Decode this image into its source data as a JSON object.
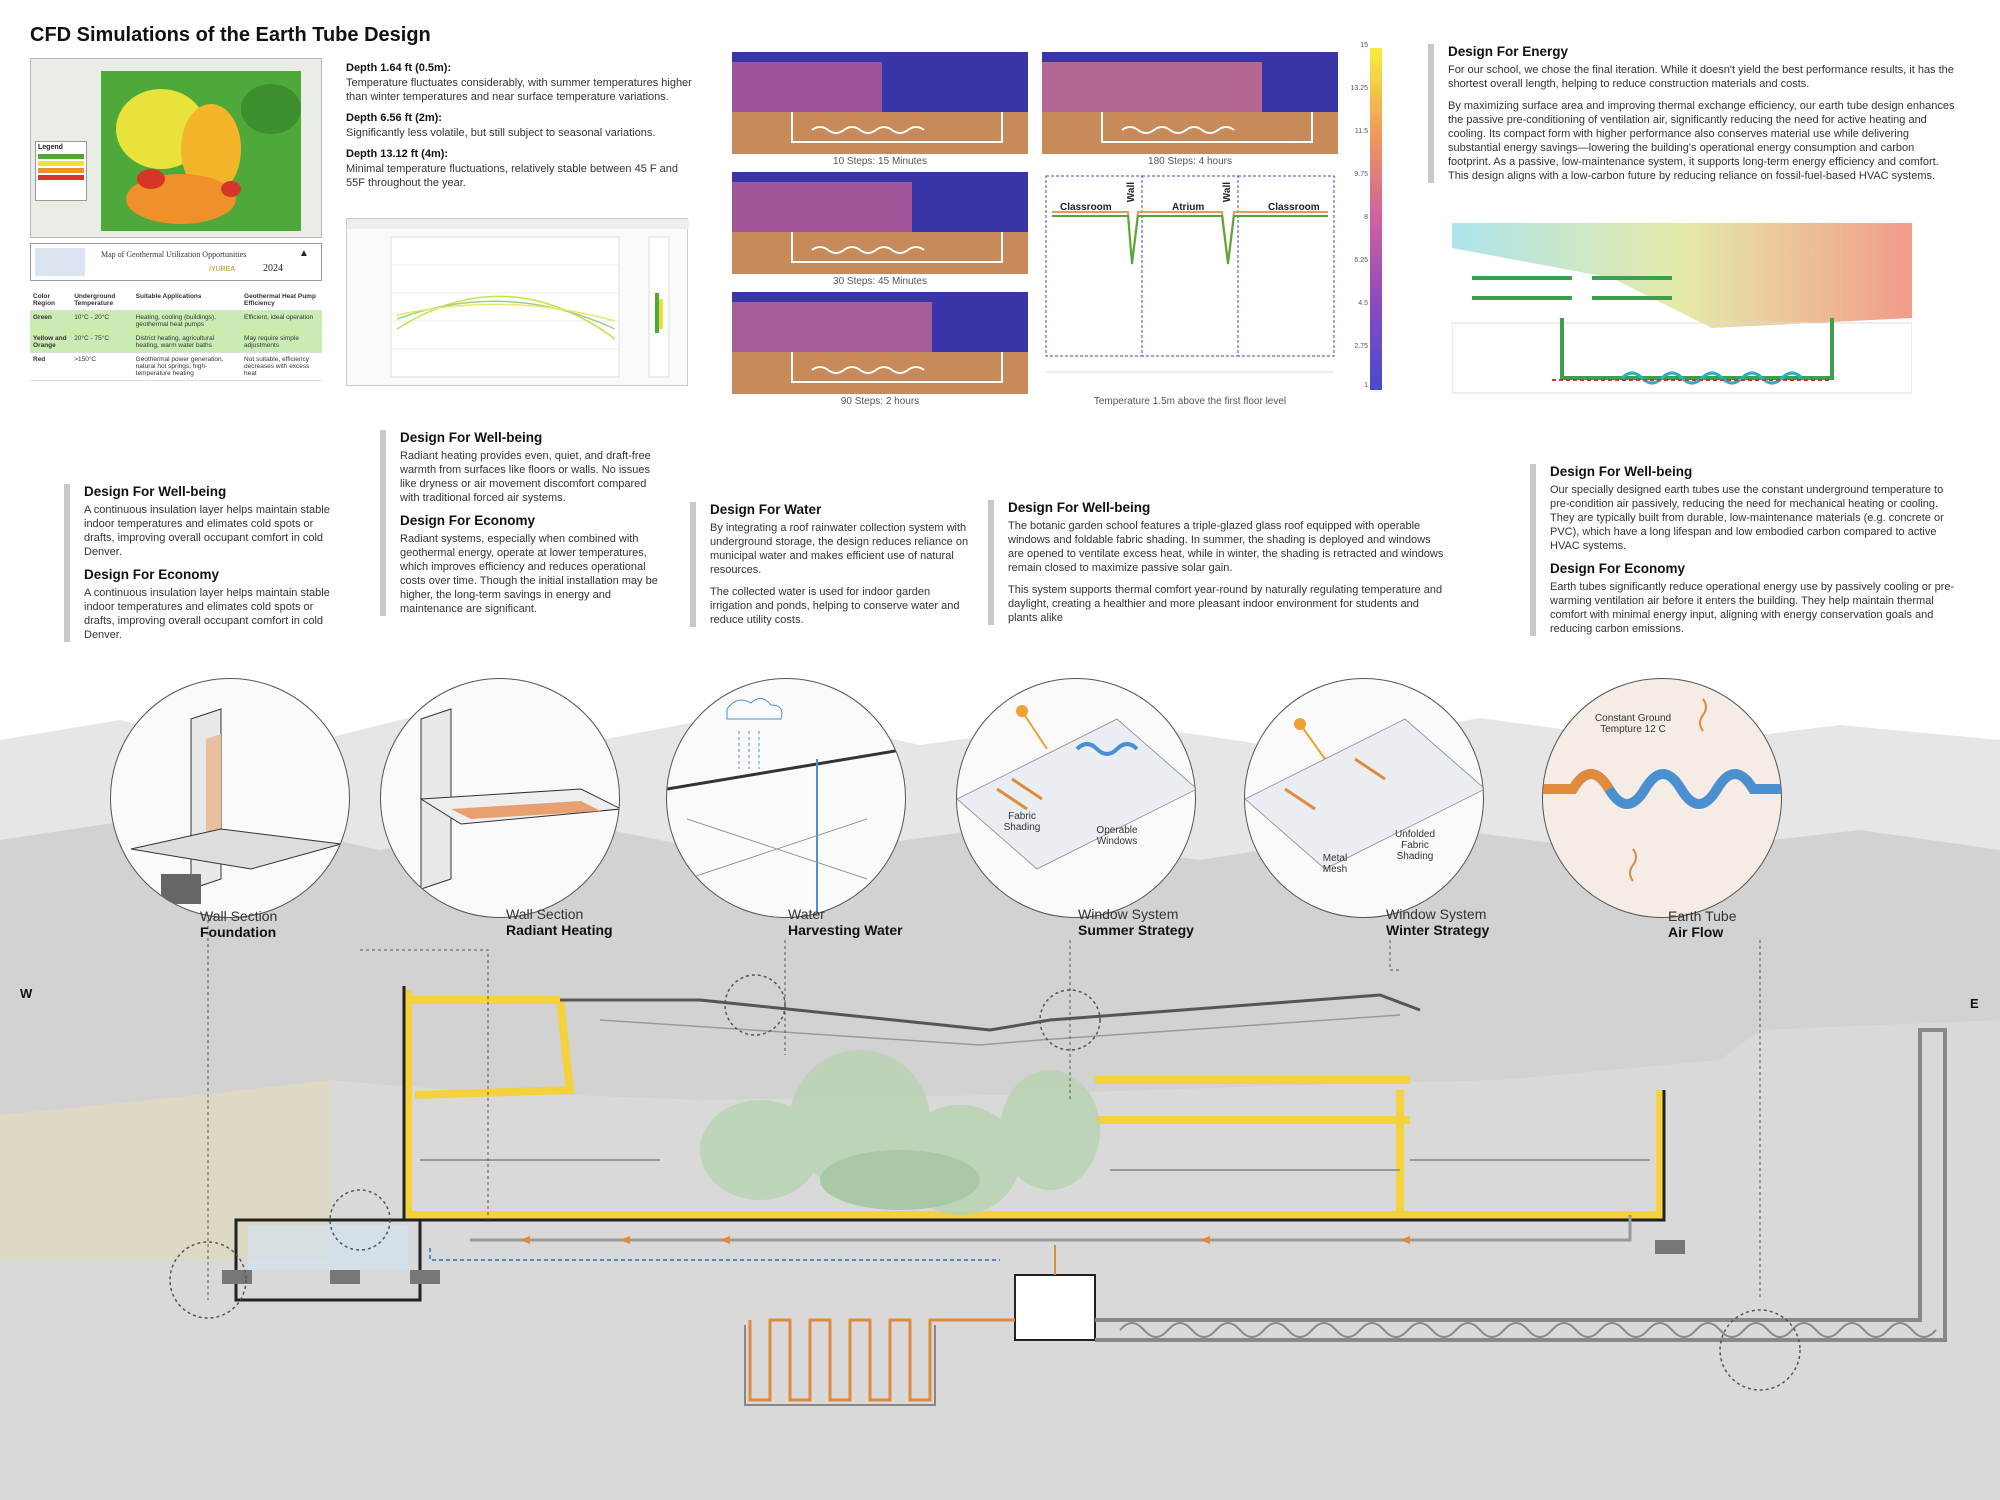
{
  "title": "CFD Simulations of the Earth Tube Design",
  "depths": [
    {
      "heading": "Depth 1.64 ft (0.5m):",
      "text": "Temperature fluctuates considerably, with summer temperatures higher than winter temperatures and near surface temperature variations."
    },
    {
      "heading": "Depth 6.56 ft (2m):",
      "text": "Significantly less volatile, but still subject to seasonal variations."
    },
    {
      "heading": "Depth 13.12 ft (4m):",
      "text": "Minimal temperature fluctuations, relatively stable between 45 F and 55F throughout the year."
    }
  ],
  "map": {
    "legend_title": "Legend",
    "caption": "Map of Geothermal Utilization Opportunities",
    "brand": "IYUREA",
    "year": "2024"
  },
  "geo_table": {
    "headers": [
      "Color Region",
      "Underground Temperature",
      "Suitable Applications",
      "Geothermal Heat Pump Efficiency"
    ],
    "rows": [
      [
        "Green",
        "10°C - 20°C",
        "Heating, cooling (buildings), geothermal heat pumps",
        "Efficient, ideal operation"
      ],
      [
        "Yellow and Orange",
        "20°C - 75°C",
        "District heating, agricultural heating, warm water baths",
        "May require simple adjustments"
      ],
      [
        "Red",
        ">150°C",
        "Geothermal power generation, natural hot springs, high-temperature heating",
        "Not suitable, efficiency decreases with excess heat"
      ]
    ]
  },
  "cfd": {
    "captions": [
      "10 Steps: 15 Minutes",
      "180 Steps: 4 hours",
      "30 Steps: 45 Minutes",
      "90 Steps: 2 hours"
    ],
    "chart_caption": "Temperature 1.5m above the first floor level",
    "zones": [
      "Classroom",
      "Wall",
      "Atrium",
      "Wall",
      "Classroom"
    ],
    "scale_ticks": [
      "15",
      "13.25",
      "11.5",
      "9.75",
      "8",
      "6.25",
      "4.5",
      "2.75",
      "1"
    ]
  },
  "energy": {
    "heading": "Design For Energy",
    "p1": "For our school, we chose the final iteration. While it doesn't yield the best performance results, it has the shortest overall length, helping to reduce construction materials and costs.",
    "p2": "By maximizing surface area and improving thermal exchange efficiency, our earth tube design enhances the passive pre-conditioning of ventilation air, significantly reducing the need for active heating and cooling. Its compact form with higher performance also conserves material use while delivering substantial energy savings—lowering the building's operational energy consumption and carbon footprint. As a passive, low-maintenance system, it supports long-term energy efficiency and comfort. This design aligns with a low-carbon future by reducing reliance on fossil-fuel-based HVAC systems."
  },
  "blocks": {
    "b1": {
      "h1": "Design For Well-being",
      "t1": "A continuous insulation layer helps maintain stable indoor temperatures and elimates cold spots or drafts, improving overall occupant comfort in cold Denver.",
      "h2": "Design For Economy",
      "t2": "A continuous insulation layer helps maintain stable indoor temperatures and elimates cold spots or drafts, improving overall occupant comfort in cold Denver."
    },
    "b2": {
      "h1": "Design For Well-being",
      "t1": "Radiant heating provides even, quiet, and draft-free warmth from surfaces like floors or walls. No issues like dryness or air movement discomfort compared with traditional forced air systems.",
      "h2": "Design For Economy",
      "t2": "Radiant systems, especially when combined with geothermal energy, operate at lower temperatures, which improves efficiency and reduces operational costs over time. Though the initial installation may be higher, the long-term savings in energy and maintenance are significant."
    },
    "b3": {
      "h1": "Design For Water",
      "t1": "By integrating a roof rainwater collection system with underground storage, the design reduces reliance on municipal water and makes efficient use of natural resources.",
      "t2": "The collected water is used for indoor garden irrigation and ponds, helping to conserve water and reduce utility costs."
    },
    "b4": {
      "h1": "Design For Well-being",
      "t1": "The botanic garden school features a triple-glazed glass roof equipped with operable windows and foldable fabric shading. In summer, the shading is deployed and windows are opened to ventilate excess heat, while in winter, the shading is retracted and windows remain closed to maximize passive solar gain.",
      "t2": "This system supports thermal comfort year-round by naturally regulating temperature and daylight, creating a healthier and more pleasant indoor environment for students and plants alike"
    },
    "b5": {
      "h1": "Design For Well-being",
      "t1": "Our specially designed earth tubes use the constant underground temperature to pre-condition air passively, reducing the need for mechanical heating or cooling. They are typically built from durable, low-maintenance materials (e.g. concrete or PVC), which have a long lifespan and low embodied carbon compared to active HVAC systems.",
      "h2": "Design For Economy",
      "t2": "Earth tubes significantly reduce operational energy use by passively cooling or pre-warming ventilation air before it enters the building. They help maintain thermal comfort with minimal energy input, aligning with energy conservation goals and reducing carbon emissions."
    }
  },
  "details": [
    {
      "line1": "Wall Section",
      "line2": "Foundation"
    },
    {
      "line1": "Wall Section",
      "line2": "Radiant Heating"
    },
    {
      "line1": "Water",
      "line2": "Harvesting Water"
    },
    {
      "line1": "Window System",
      "line2": "Summer Strategy"
    },
    {
      "line1": "Window System",
      "line2": "Winter Strategy"
    },
    {
      "line1": "Earth Tube",
      "line2": "Air Flow"
    }
  ],
  "detail_notes": {
    "fabric_shading": "Fabric Shading",
    "operable_windows": "Operable Windows",
    "metal_mesh": "Metal Mesh",
    "unfolded_shading": "Unfolded Fabric Shading",
    "ground_temp": "Constant Ground Tempture 12 C"
  },
  "compass": {
    "west": "W",
    "east": "E"
  },
  "colors": {
    "accent_yellow": "#f4d23c",
    "cfd_blue": "#3a35a6",
    "cfd_warm": "#d08060",
    "soil": "#c98a5a",
    "tube_orange": "#e08a3c",
    "tube_blue": "#4a90d0"
  }
}
